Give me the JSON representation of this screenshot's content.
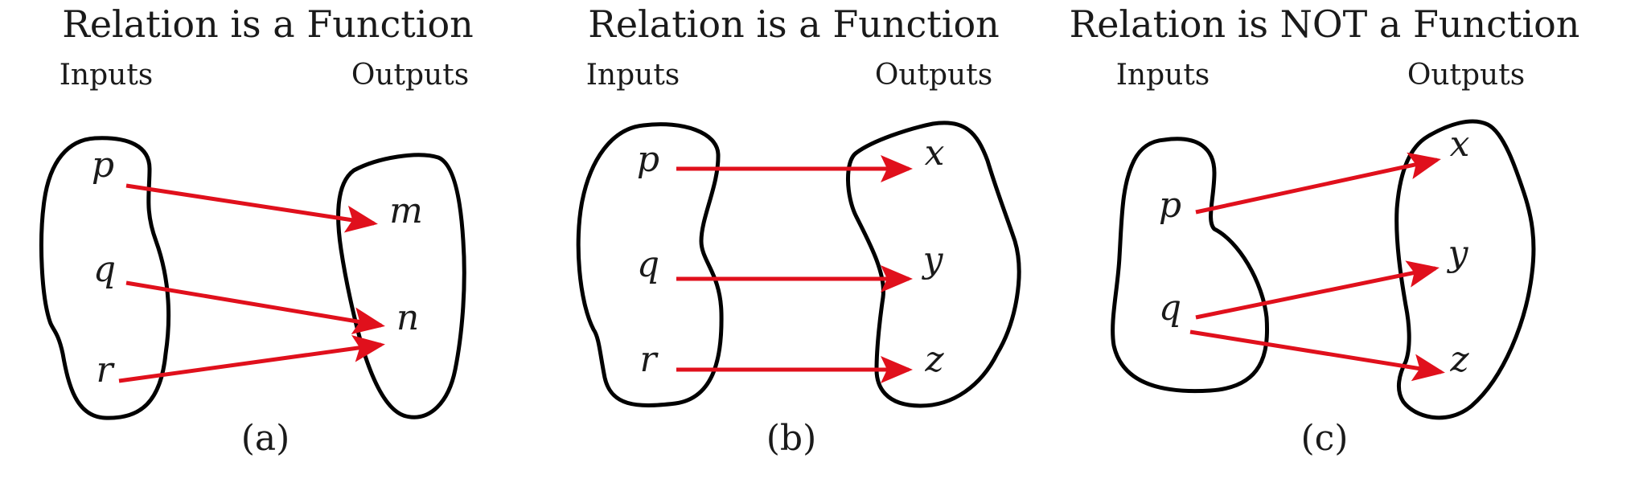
{
  "colors": {
    "arrow": "#e0101c",
    "outline": "#000000",
    "text": "#1a1a1a",
    "background": "#ffffff"
  },
  "panels": [
    {
      "id": "a",
      "title": "Relation is a Function",
      "inputs_label": "Inputs",
      "outputs_label": "Outputs",
      "caption": "(a)",
      "inputs": [
        "p",
        "q",
        "r"
      ],
      "outputs": [
        "m",
        "n"
      ],
      "mappings": [
        {
          "from": "p",
          "to": "m"
        },
        {
          "from": "q",
          "to": "n"
        },
        {
          "from": "r",
          "to": "n"
        }
      ]
    },
    {
      "id": "b",
      "title": "Relation is a Function",
      "inputs_label": "Inputs",
      "outputs_label": "Outputs",
      "caption": "(b)",
      "inputs": [
        "p",
        "q",
        "r"
      ],
      "outputs": [
        "x",
        "y",
        "z"
      ],
      "mappings": [
        {
          "from": "p",
          "to": "x"
        },
        {
          "from": "q",
          "to": "y"
        },
        {
          "from": "r",
          "to": "z"
        }
      ]
    },
    {
      "id": "c",
      "title": "Relation is NOT a Function",
      "inputs_label": "Inputs",
      "outputs_label": "Outputs",
      "caption": "(c)",
      "inputs": [
        "p",
        "q"
      ],
      "outputs": [
        "x",
        "y",
        "z"
      ],
      "mappings": [
        {
          "from": "p",
          "to": "x"
        },
        {
          "from": "q",
          "to": "y"
        },
        {
          "from": "q",
          "to": "z"
        }
      ]
    }
  ]
}
